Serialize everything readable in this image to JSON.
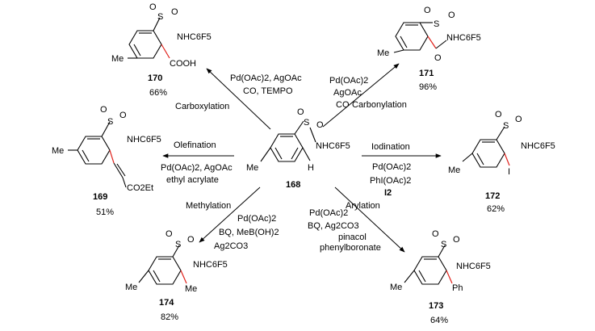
{
  "center": {
    "number": "168",
    "h": "H",
    "sub": "NHC6F5",
    "me": "Me",
    "s": "S",
    "o": "O"
  },
  "r170": {
    "number": "170",
    "yield": "66%",
    "reagents1": "Pd(OAc)2, AgOAc",
    "reagents2": "CO, TEMPO",
    "reaction": "Carboxylation",
    "group": "COOH"
  },
  "r171": {
    "number": "171",
    "yield": "96%",
    "reagents1": "Pd(OAc)2",
    "reagents2": "AgOAc",
    "reagents3": "CO",
    "reaction": "Carbonylation"
  },
  "r169": {
    "number": "169",
    "yield": "51%",
    "reaction": "Olefination",
    "reagents1": "Pd(OAc)2, AgOAc",
    "reagents2": "ethyl acrylate",
    "group": "CO2Et"
  },
  "r172": {
    "number": "172",
    "yield": "62%",
    "reaction": "Iodination",
    "reagents1": "Pd(OAc)2",
    "reagents2": "PhI(OAc)2",
    "reagents3": "I2",
    "group": "I"
  },
  "r174": {
    "number": "174",
    "yield": "82%",
    "reaction": "Methylation",
    "reagents1": "Pd(OAc)2",
    "reagents2": "BQ, MeB(OH)2",
    "reagents3": "Ag2CO3"
  },
  "r173": {
    "number": "173",
    "yield": "64%",
    "reaction": "Arylation",
    "reagents1": "Pd(OAc)2",
    "reagents2": "BQ, Ag2CO3",
    "reagents3": "pinacol",
    "reagents4": "phenylboronate",
    "group": "Ph"
  }
}
